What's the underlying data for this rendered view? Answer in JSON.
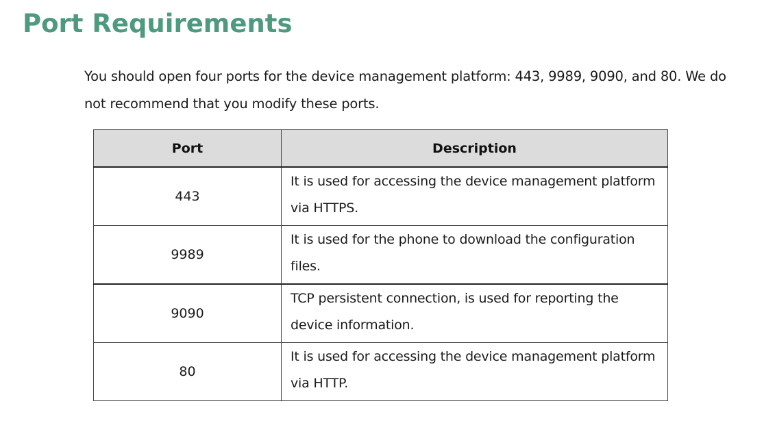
{
  "page": {
    "title": "Port Requirements",
    "intro": "You should open four ports for the device management platform: 443, 9989, 9090, and 80. We do not recommend that you modify these ports."
  },
  "table": {
    "headers": {
      "port": "Port",
      "description": "Description"
    },
    "rows": [
      {
        "port": "443",
        "description": "It is used for accessing the device management platform via HTTPS."
      },
      {
        "port": "9989",
        "description": "It is used for the phone to download the configuration files."
      },
      {
        "port": "9090",
        "description": "TCP persistent connection, is used for reporting the device information."
      },
      {
        "port": "80",
        "description": "It is used for accessing the device management platform via HTTP."
      }
    ]
  },
  "colors": {
    "title": "#4e9a7f",
    "header_background": "#dcdcdc",
    "border": "#444444"
  }
}
